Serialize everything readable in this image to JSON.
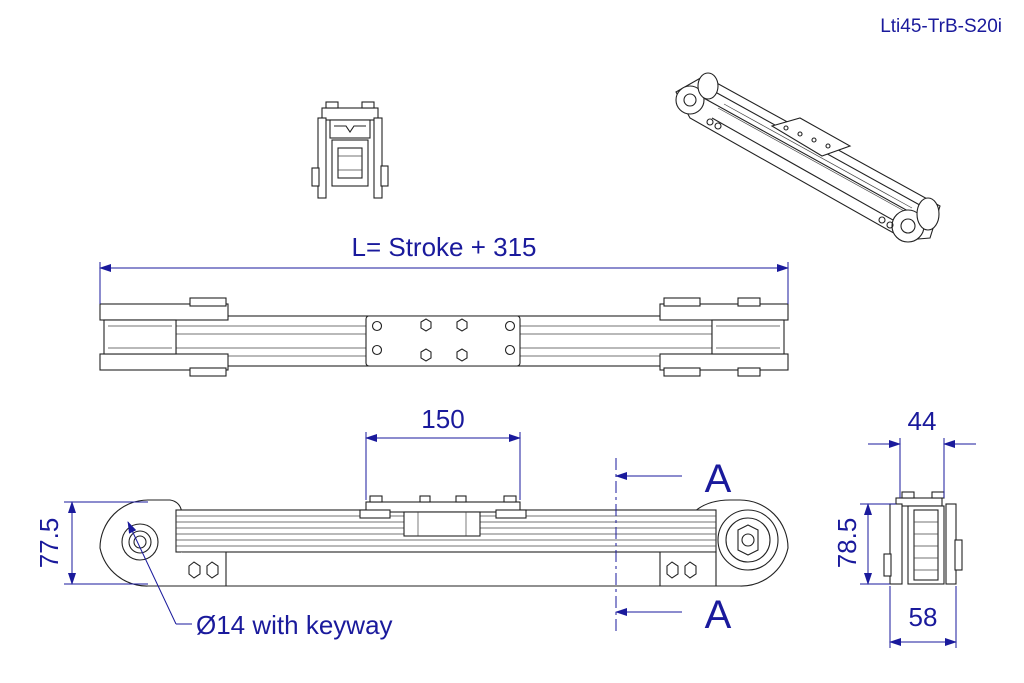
{
  "title": "Lti45-TrB-S20i",
  "dimensions": {
    "length_label": "L= Stroke + 315",
    "carriage_length": "150",
    "height_left": "77.5",
    "shaft_label": "Ø14 with keyway",
    "section_label_top": "A",
    "section_label_bottom": "A",
    "width_top": "44",
    "height_right": "78.5",
    "width_bottom": "58"
  },
  "colors": {
    "dimension": "#1a1a9c",
    "outline": "#222222"
  }
}
